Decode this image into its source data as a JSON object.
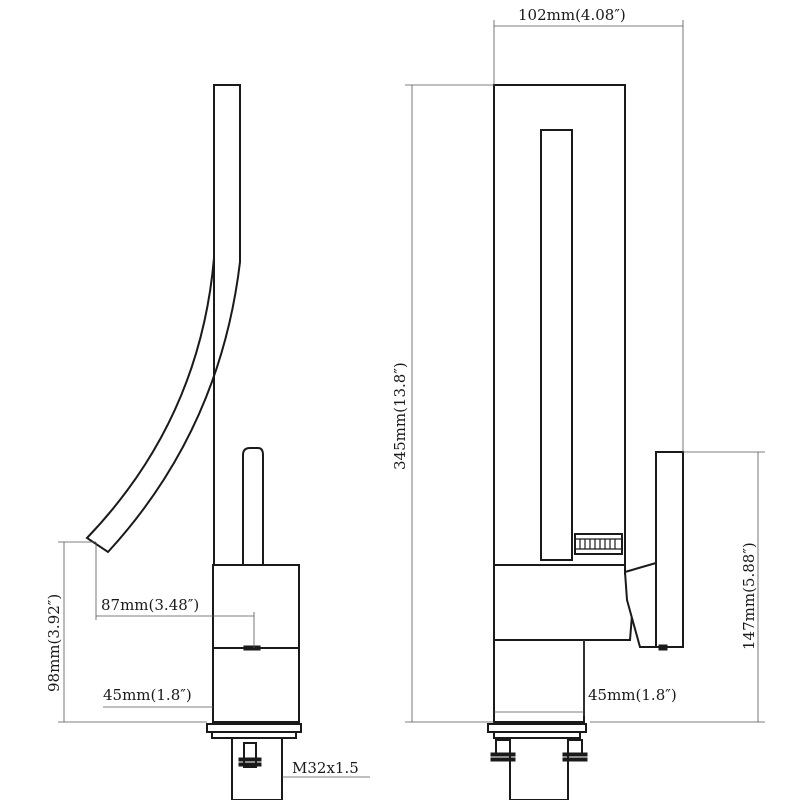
{
  "dimensions": {
    "top_width": "102mm(4.08″)",
    "total_height": "345mm(13.8″)",
    "handle_height": "147mm(5.88″)",
    "spout_height": "98mm(3.92″)",
    "spout_reach": "87mm(3.48″)",
    "base_left": "45mm(1.8″)",
    "base_right": "45mm(1.8″)",
    "thread": "M32x1.5"
  }
}
